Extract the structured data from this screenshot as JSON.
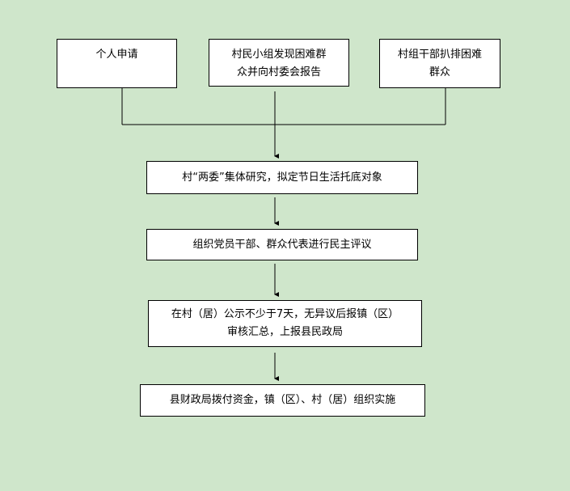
{
  "steps": {
    "individual_application": "个人申请",
    "group_report_line1": "村民小组发现困难群",
    "group_report_line2": "众并向村委会报告",
    "cadre_check_line1": "村组干部扒排困难",
    "cadre_check_line2": "群众",
    "committee_study": "村“两委”集体研究，拟定节日生活托底对象",
    "democratic_review": "组织党员干部、群众代表进行民主评议",
    "publicity_line1": "在村（居）公示不少于7天，无异议后报镇（区）",
    "publicity_line2": "审核汇总，上报县民政局",
    "funding": "县财政局拨付资金，镇（区）、村（居）组织实施"
  }
}
